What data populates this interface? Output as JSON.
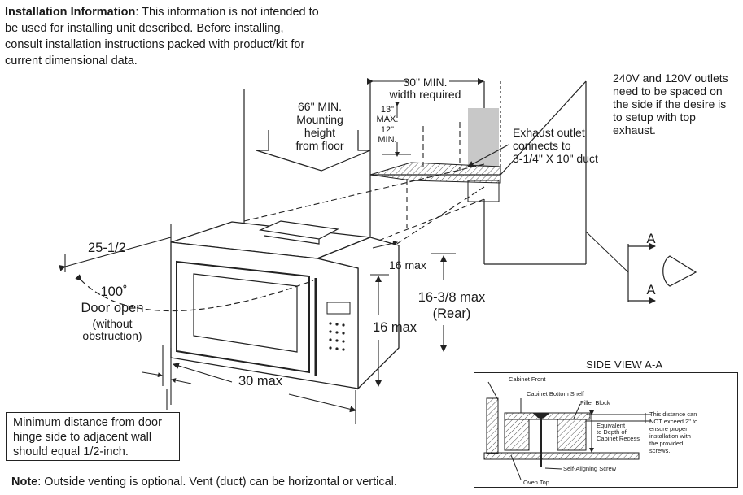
{
  "intro": {
    "bold": "Installation Information",
    "text": ": This information is not intended to be used for installing unit described. Before installing, consult installation instructions packed with product/kit for current dimensional data."
  },
  "labels": {
    "width_required_top": "30\" MIN.",
    "width_required_bottom": "width required",
    "mounting_height": [
      "66\" MIN.",
      "Mounting",
      "height",
      "from floor"
    ],
    "thirteen_max": [
      "13\"",
      "MAX."
    ],
    "twelve_min": [
      "12\"",
      "MIN."
    ],
    "exhaust": [
      "Exhaust outlet",
      "connects to",
      "3-1/4\" X 10\" duct"
    ],
    "outlets": [
      "240V and 120V outlets",
      "need to be spaced on",
      "the side if the desire is",
      "to setup with top",
      "exhaust."
    ],
    "depth_25": "25-1/2",
    "door_angle": "100˚",
    "door_open": "Door open",
    "without": "(without",
    "obstruction": "obstruction)",
    "depth_16_top": "16 max",
    "rear_height": "16-3/8 max",
    "rear": "(Rear)",
    "height_16": "16 max",
    "width_30": "30 max",
    "section_a": "A"
  },
  "min_distance_box": "Minimum distance from door hinge side to adjacent wall should equal 1/2-inch.",
  "note": {
    "bold": "Note",
    "text": ": Outside venting is optional. Vent (duct) can be horizontal or vertical."
  },
  "side_view": {
    "title": "SIDE VIEW A-A",
    "cabinet_front": "Cabinet Front",
    "cabinet_bottom_shelf": "Cabinet Bottom Shelf",
    "filler_block": "Filler Block",
    "equivalent": [
      "Equivalent",
      "to Depth of",
      "Cabinet Recess"
    ],
    "distance_note": [
      "This distance can",
      "NOT exceed 2\" to",
      "ensure proper",
      "installation with",
      "the provided",
      "screws."
    ],
    "self_aligning_screw": "Self-Aligning Screw",
    "oven_top": "Oven Top"
  },
  "colors": {
    "line": "#222222",
    "outlet_gray": "#c8c8c8",
    "hatch": "#555555"
  }
}
